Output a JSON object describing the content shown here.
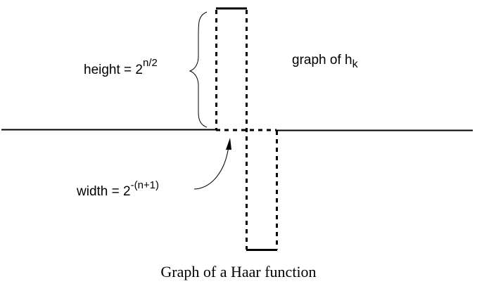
{
  "labels": {
    "height_prefix": "height = 2",
    "height_exp": "n/2",
    "graph_prefix": "graph of h",
    "graph_sub": "k",
    "width_prefix": "width = 2",
    "width_exp": "-(n+1)"
  },
  "caption": "Graph of a Haar function"
}
